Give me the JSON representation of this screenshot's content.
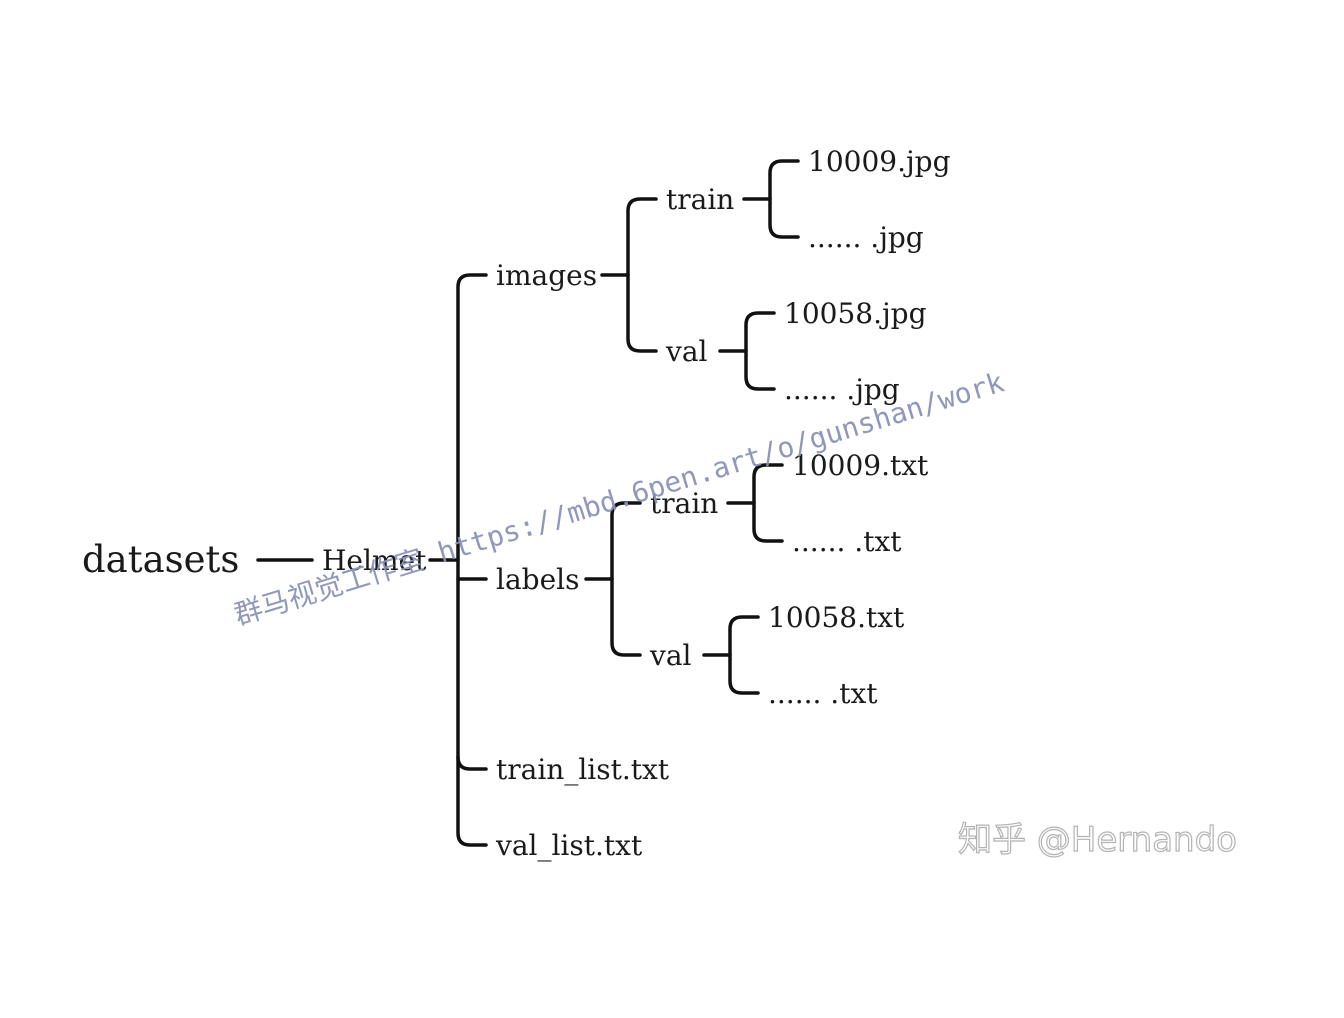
{
  "tree": {
    "root": "datasets",
    "dataset": "Helmet",
    "images": {
      "label": "images",
      "train": {
        "label": "train",
        "files": [
          "10009.jpg",
          "...... .jpg"
        ]
      },
      "val": {
        "label": "val",
        "files": [
          "10058.jpg",
          "...... .jpg"
        ]
      }
    },
    "labels": {
      "label": "labels",
      "train": {
        "label": "train",
        "files": [
          "10009.txt",
          "...... .txt"
        ]
      },
      "val": {
        "label": "val",
        "files": [
          "10058.txt",
          "...... .txt"
        ]
      }
    },
    "train_list": "train_list.txt",
    "val_list": "val_list.txt"
  },
  "watermark": {
    "text": "群马视觉工作室 https://mbd.6pen.art/o/gunshan/work"
  },
  "credit": {
    "text": "知乎 @Hernando"
  },
  "colors": {
    "line": "#111111",
    "text": "#1a1a1a",
    "watermark": "#8a93b8"
  }
}
